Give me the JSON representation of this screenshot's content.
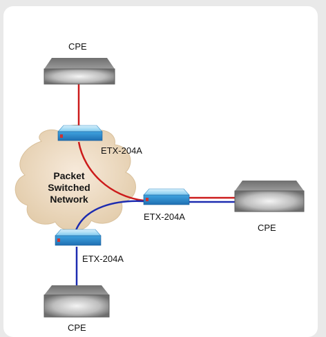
{
  "network": {
    "line1": "Packet",
    "line2": "Switched",
    "line3": "Network"
  },
  "nodes": {
    "cpe_top": "CPE",
    "cpe_right": "CPE",
    "cpe_bottom": "CPE",
    "etx_top": "ETX-204A",
    "etx_right": "ETX-204A",
    "etx_bottom": "ETX-204A"
  },
  "colors": {
    "red_link": "#cc1b1b",
    "blue_link": "#1c2bb0",
    "cloud": "#ead7bc",
    "etx_body": "#5fb9e8",
    "cpe_body": "#8a8a8a"
  }
}
